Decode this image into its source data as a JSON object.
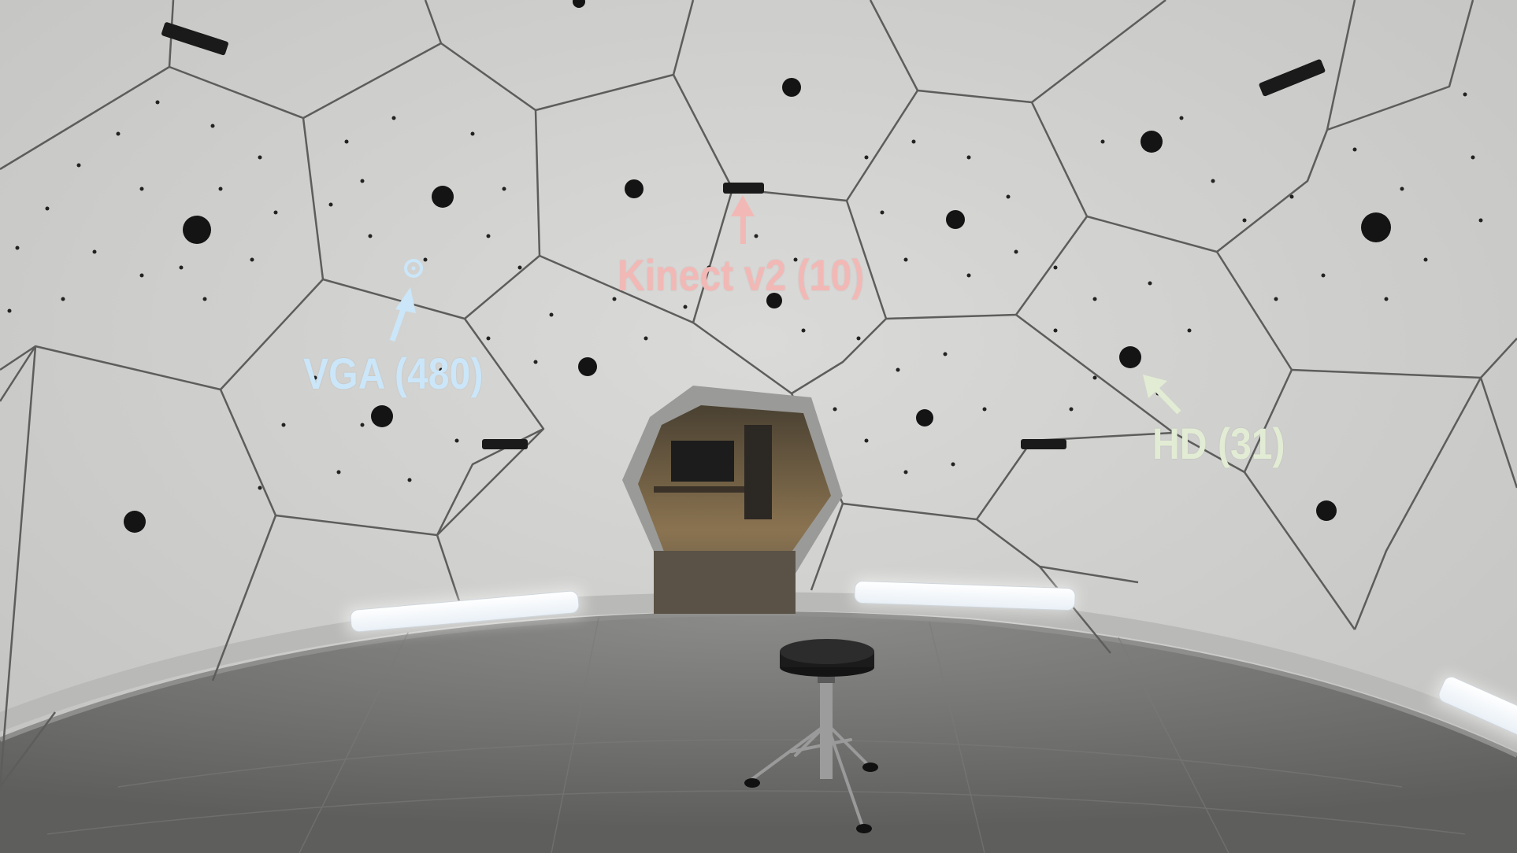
{
  "annotations": [
    {
      "id": "kinect",
      "text": "Kinect v2 (10)",
      "color": "#f2b8b5"
    },
    {
      "id": "vga",
      "text": "VGA (480)",
      "color": "#cbe6f8"
    },
    {
      "id": "hd",
      "text": "HD (31)",
      "color": "#e2ecd4"
    }
  ]
}
